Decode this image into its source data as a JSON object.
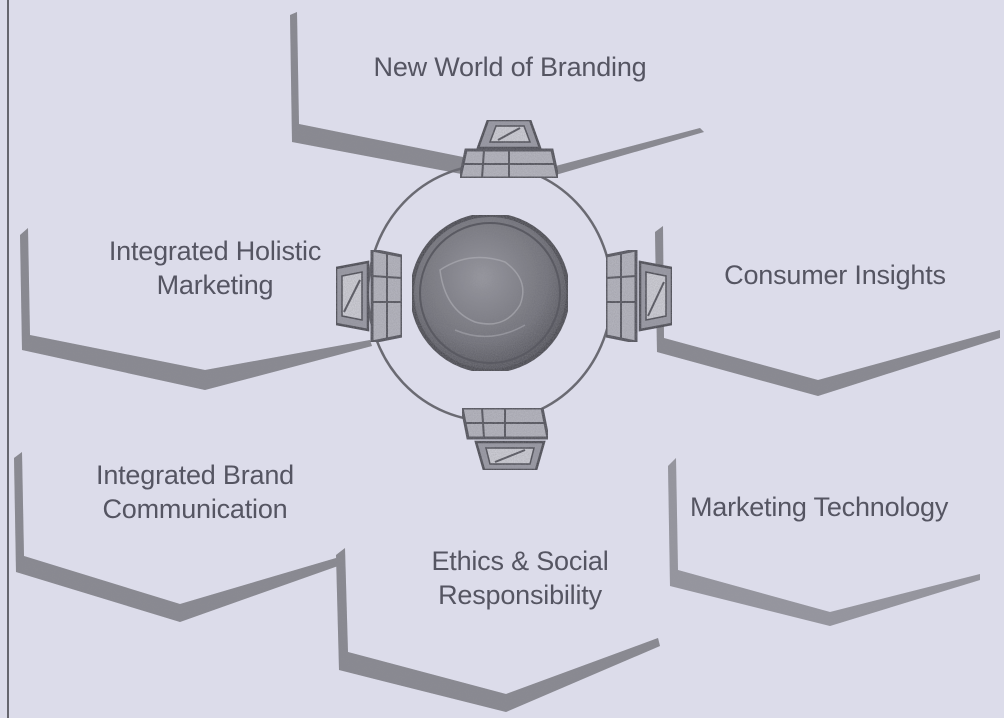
{
  "diagram": {
    "center": {
      "icon": "globe-icon"
    },
    "connector_icon": "computer-terminal-icon",
    "topics": {
      "top": {
        "lines": [
          "New World of Branding"
        ]
      },
      "left": {
        "lines": [
          "Integrated Holistic",
          "Marketing"
        ]
      },
      "right": {
        "lines": [
          "Consumer Insights"
        ]
      },
      "bottom_left": {
        "lines": [
          "Integrated Brand",
          "Communication"
        ]
      },
      "bottom_center": {
        "lines": [
          "Ethics & Social",
          "Responsibility"
        ]
      },
      "bottom_right": {
        "lines": [
          "Marketing Technology"
        ]
      }
    },
    "colors": {
      "background": "#dcdcea",
      "text": "#555562",
      "frame": "#8a8a92",
      "globe": "#6e6e76"
    }
  }
}
